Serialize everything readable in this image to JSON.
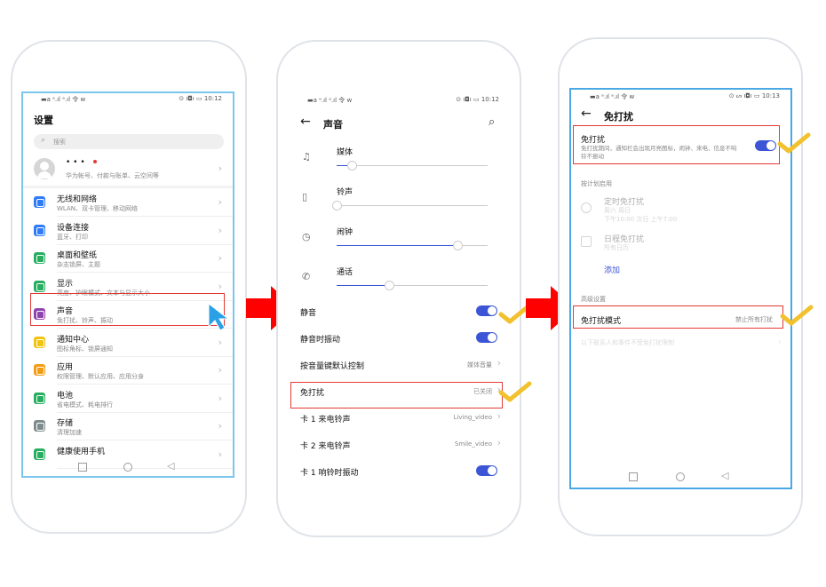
{
  "phone1": {
    "status_left": "▬a ᵃ.ıl ᵃ.ıl 令 ᴡ",
    "status_right": "⊙ ı◘ı ▭ 10:12",
    "title": "设置",
    "search_placeholder": "搜索",
    "account": {
      "name": "• • •",
      "sub": "华为帐号、付款与账单、云空间等"
    },
    "items": [
      {
        "title": "无线和网络",
        "sub": "WLAN、双卡管理、移动网络",
        "color": "#2f7cf6"
      },
      {
        "title": "设备连接",
        "sub": "蓝牙、打印",
        "color": "#2f7cf6"
      },
      {
        "title": "桌面和壁纸",
        "sub": "杂志锁屏、主题",
        "color": "#27ae60"
      },
      {
        "title": "显示",
        "sub": "亮度、护眼模式、文本与显示大小",
        "color": "#27ae60"
      },
      {
        "title": "声音",
        "sub": "免打扰、铃声、振动",
        "color": "#8e44ad"
      },
      {
        "title": "通知中心",
        "sub": "图标角标、锁屏通知",
        "color": "#f1c40f"
      },
      {
        "title": "应用",
        "sub": "权限管理、默认应用、应用分身",
        "color": "#f39c12"
      },
      {
        "title": "电池",
        "sub": "省电模式、耗电排行",
        "color": "#27ae60"
      },
      {
        "title": "存储",
        "sub": "清理加速",
        "color": "#7f8c8d"
      },
      {
        "title": "健康使用手机",
        "sub": "",
        "color": "#27ae60"
      }
    ]
  },
  "phone2": {
    "status_left": "▬a ᵃ.ıl ᵃ.ıl 令 ᴡ",
    "status_right": "⊙ ı◘ı ▭ 10:12",
    "back": "←",
    "title": "声音",
    "volumes": [
      {
        "label": "媒体",
        "icon": "music-icon",
        "level": 0.1
      },
      {
        "label": "铃声",
        "icon": "vibrate-icon",
        "level": 0.0
      },
      {
        "label": "闹钟",
        "icon": "alarm-icon",
        "level": 0.8
      },
      {
        "label": "通话",
        "icon": "phone-icon",
        "level": 0.35
      }
    ],
    "rows": [
      {
        "label": "静音",
        "value": "",
        "toggle": true
      },
      {
        "label": "静音时振动",
        "value": "",
        "toggle": true
      },
      {
        "label": "按音量键默认控制",
        "value": "媒体音量",
        "toggle": false
      },
      {
        "label": "免打扰",
        "value": "已关闭",
        "toggle": false
      },
      {
        "label": "卡 1 来电铃声",
        "value": "Living_video",
        "toggle": false
      },
      {
        "label": "卡 2 来电铃声",
        "value": "Smile_video",
        "toggle": false
      },
      {
        "label": "卡 1 响铃时振动",
        "value": "",
        "toggle": true
      }
    ]
  },
  "phone3": {
    "status_left": "▬a ᵃ.ıl ᵃ.ıl 令 ᴡ",
    "status_right": "⊙ ᔕ ı◘ı ▭ 10:13",
    "back": "←",
    "title": "免打扰",
    "dnd": {
      "label": "免打扰",
      "desc": "免打扰期间，通知栏会出现月亮图标，闹钟、来电、信息不响铃不振动"
    },
    "schedule_header": "按计划启用",
    "schedules": [
      {
        "title": "定时免打扰",
        "sub1": "周六 周日",
        "sub2": "下午10:00 次日 上午7:00"
      },
      {
        "title": "日程免打扰",
        "sub1": "所有日历",
        "sub2": ""
      }
    ],
    "add_label": "添加",
    "advanced_header": "高级设置",
    "mode_label": "免打扰模式",
    "mode_value": "禁止所有打扰",
    "faded_row": "以下联系人和事件不受免打扰限制"
  },
  "colors": {
    "accent": "#3c55d6",
    "highlight": "#e53935",
    "check": "#f2c12e",
    "arrow": "#ff0000"
  }
}
